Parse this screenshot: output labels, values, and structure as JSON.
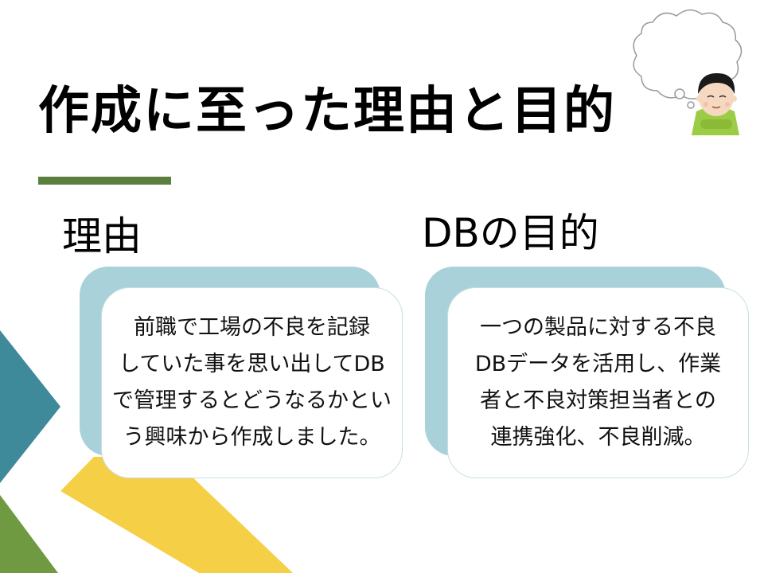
{
  "slide": {
    "title": "作成に至った理由と目的",
    "left_heading": "理由",
    "right_heading": "DBの目的",
    "left_text": "前職で工場の不良を記録\nしていた事を思い出してDB\nで管理するとどうなるかとい\nう興味から作成しました。",
    "right_text": "一つの製品に対する不良\nDBデータを活用し、作業\n者と不良対策担当者との\n連携強化、不良削減。"
  },
  "colors": {
    "title_bar": "#5b7f3c",
    "card_back": "#a9d1d9",
    "teal_chevron": "#3e8a9a",
    "yellow_stripe": "#f5cf45",
    "green_triangle": "#6f9a41",
    "shirt": "#9ccc45",
    "hair": "#1a1a1a",
    "skin": "#f6d7bf"
  },
  "icons": {
    "thinking": "thinking-person-icon",
    "thought_bubble": "thought-bubble-icon"
  }
}
